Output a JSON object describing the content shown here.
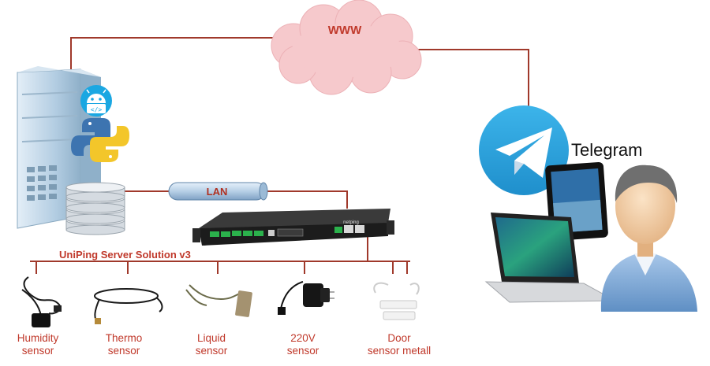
{
  "colors": {
    "accent": "#c0392b",
    "line": "#a0392b",
    "cloud": "#f6c9cc",
    "telegram": "#2aa3df",
    "server": "#b9d3e6",
    "device": "#1c1c1c"
  },
  "cloud": {
    "label": "WWW"
  },
  "lan": {
    "label": "LAN"
  },
  "telegram": {
    "label": "Telegram"
  },
  "device": {
    "brand": "netping"
  },
  "solution": {
    "label": "UniPing Server Solution v3"
  },
  "sensors": [
    {
      "line1": "Humidity",
      "line2": "sensor"
    },
    {
      "line1": "Thermo",
      "line2": "sensor"
    },
    {
      "line1": "Liquid",
      "line2": "sensor"
    },
    {
      "line1": "220V",
      "line2": "sensor"
    },
    {
      "line1": "Door",
      "line2": "sensor metall"
    }
  ],
  "icons": {
    "server": "server-tower-icon",
    "android": "android-robot-icon",
    "python": "python-logo-icon",
    "database": "database-icon",
    "telegram": "telegram-logo-icon",
    "tablet": "tablet-icon",
    "laptop": "laptop-icon",
    "user": "user-avatar-icon"
  }
}
